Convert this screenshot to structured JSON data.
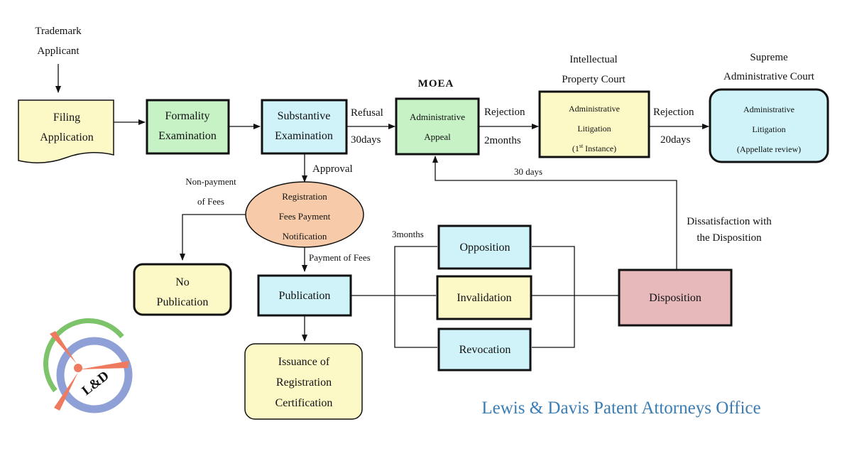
{
  "nodes": {
    "applicant": [
      "Trademark",
      "Applicant"
    ],
    "filing": [
      "Filing",
      "Application"
    ],
    "formality": [
      "Formality",
      "Examination"
    ],
    "substantive": [
      "Substantive",
      "Examination"
    ],
    "moea": "MOEA",
    "appeal": [
      "Administrative",
      "Appeal"
    ],
    "ip_court_title": [
      "Intellectual",
      "Property Court"
    ],
    "litigation1": [
      "Administrative",
      "Litigation",
      "(1",
      "st",
      " Instance)"
    ],
    "supreme_title": [
      "Supreme",
      "Administrative Court"
    ],
    "litigation2": [
      "Administrative",
      "Litigation",
      "(Appellate review)"
    ],
    "fees_notification": [
      "Registration",
      "Fees Payment",
      "Notification"
    ],
    "no_publication": [
      "No",
      "Publication"
    ],
    "publication": "Publication",
    "issuance": [
      "Issuance of",
      "Registration",
      "Certification"
    ],
    "opposition": "Opposition",
    "invalidation": "Invalidation",
    "revocation": "Revocation",
    "disposition": "Disposition"
  },
  "edges": {
    "refusal": [
      "Refusal",
      "30days"
    ],
    "rejection1": [
      "Rejection",
      "2months"
    ],
    "rejection2": [
      "Rejection",
      "20days"
    ],
    "approval": "Approval",
    "non_payment": [
      "Non-payment",
      "of Fees"
    ],
    "payment": "Payment of Fees",
    "three_months": "3months",
    "thirty_days": "30 days",
    "dissatisfaction": [
      "Dissatisfaction with",
      "the Disposition"
    ]
  },
  "brand": {
    "office_name": "Lewis & Davis Patent Attorneys Office",
    "logo_text": "L&D"
  },
  "colors": {
    "yellow": "#fdf9c7",
    "green": "#c6f2c6",
    "cyan": "#cff3f9",
    "peach": "#f7cba9",
    "pink": "#e7b9bb",
    "brand_blue": "#3a7db5"
  }
}
